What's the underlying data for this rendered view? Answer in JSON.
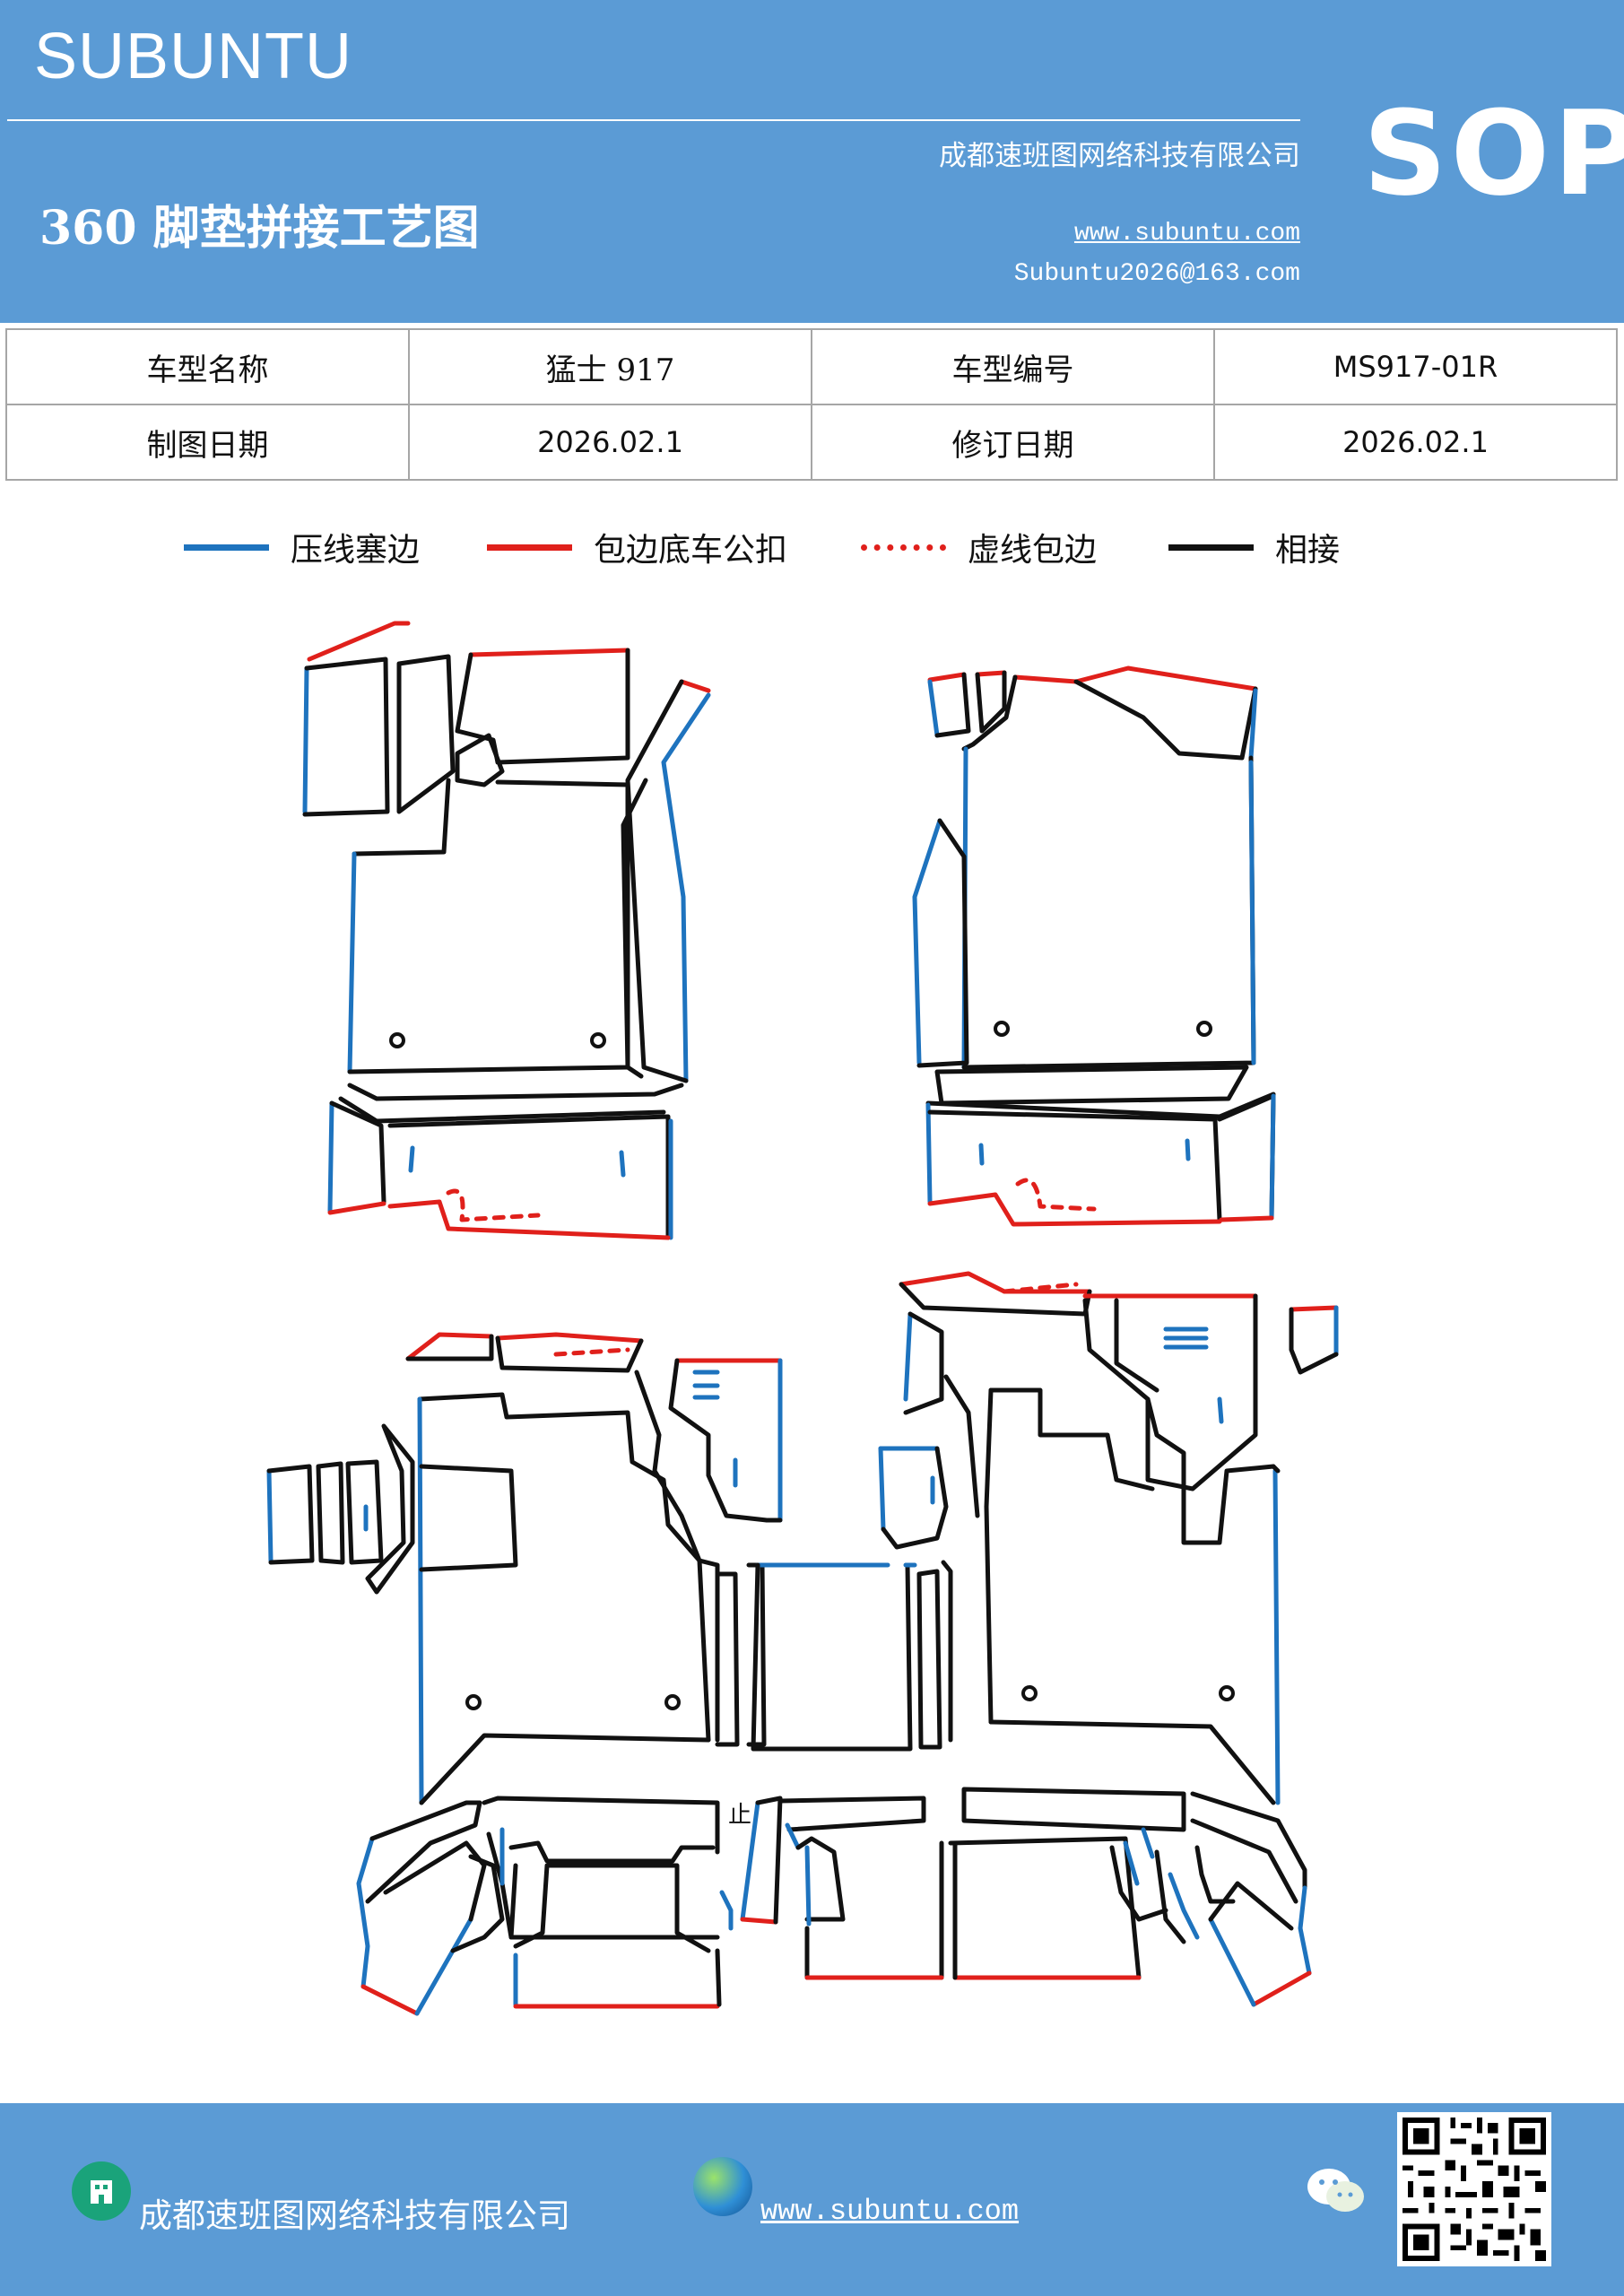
{
  "header": {
    "brand": "SUBUNTU",
    "company": "成都速班图网络科技有限公司",
    "sop": "SOP",
    "title": "360 脚垫拼接工艺图",
    "website": "www.subuntu.com",
    "email": "Subuntu2026@163.com"
  },
  "info": {
    "model_name_label": "车型名称",
    "model_name": "猛士 917",
    "model_code_label": "车型编号",
    "model_code": "MS917-01R",
    "draw_date_label": "制图日期",
    "draw_date": "2026.02.1",
    "revise_date_label": "修订日期",
    "revise_date": "2026.02.1"
  },
  "legend": [
    {
      "label": "压线塞边",
      "color": "#1e73be",
      "style": "solid"
    },
    {
      "label": "包边底车公扣",
      "color": "#e0201b",
      "style": "solid"
    },
    {
      "label": "虚线包边",
      "color": "#e0201b",
      "style": "dotted"
    },
    {
      "label": "相接",
      "color": "#111111",
      "style": "solid"
    }
  ],
  "diagram": {
    "center_mark": "止"
  },
  "footer": {
    "company": "成都速班图网络科技有限公司",
    "website": "www.subuntu.com"
  },
  "colors": {
    "brand_blue": "#5b9bd5",
    "blue_edge": "#1e73be",
    "red_edge": "#e0201b",
    "black_edge": "#111111"
  }
}
